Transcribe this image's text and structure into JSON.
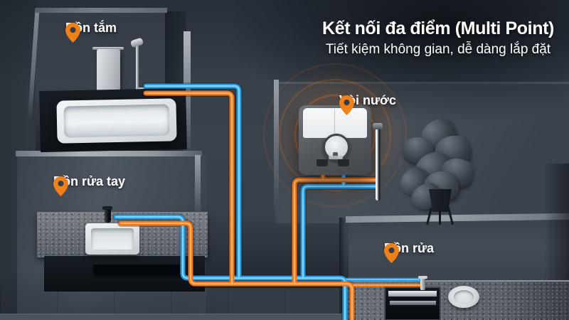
{
  "header": {
    "title": "Kết nối đa điểm (Multi Point)",
    "subtitle": "Tiết kiệm không gian, dễ dàng lắp đặt"
  },
  "labels": {
    "bathtub": "Bồn tắm",
    "handwash_basin": "Bồn rửa tay",
    "faucet": "Vòi nước",
    "sink": "Bồn rửa"
  },
  "colors": {
    "hot_pipe": "#ee7217",
    "hot_pipe_core": "#ffb266",
    "cold_pipe": "#2697dd",
    "cold_pipe_core": "#7fd6ff",
    "pin": "#f08119",
    "pin_hole": "#343b44",
    "glow": "#f07818",
    "label_text": "#ffffff"
  }
}
